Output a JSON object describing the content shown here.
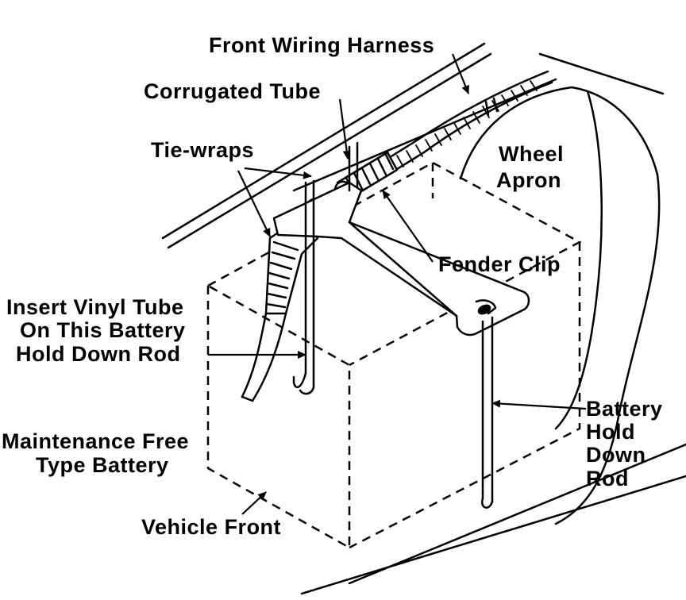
{
  "labels": {
    "front_wiring_harness": "Front Wiring Harness",
    "corrugated_tube": "Corrugated Tube",
    "tie_wraps": "Tie-wraps",
    "wheel_apron_line1": "Wheel",
    "wheel_apron_line2": "Apron",
    "fender_clip": "Fender Clip",
    "insert_vinyl_line1": "Insert Vinyl Tube",
    "insert_vinyl_line2": "On This Battery",
    "insert_vinyl_line3": "Hold Down Rod",
    "battery_rod_line1": "Battery",
    "battery_rod_line2": "Hold",
    "battery_rod_line3": "Down",
    "battery_rod_line4": "Rod",
    "maintenance_line1": "Maintenance Free",
    "maintenance_line2": "Type Battery",
    "vehicle_front": "Vehicle Front"
  },
  "colors": {
    "ink": "#000000",
    "paper": "#ffffff"
  }
}
